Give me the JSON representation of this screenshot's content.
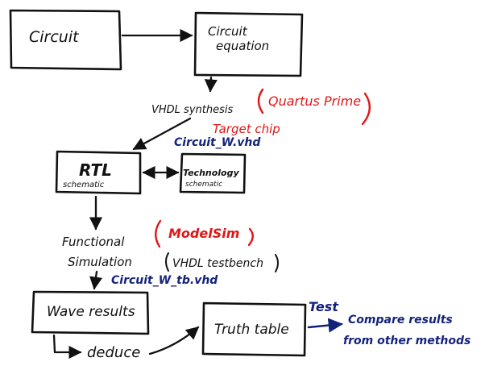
{
  "nodes": {
    "circuit": "Circuit",
    "circuit_equation_line1": "Circuit",
    "circuit_equation_line2": "equation",
    "rtl_line1": "RTL",
    "rtl_line2": "schematic",
    "technology_line1": "Technology",
    "technology_line2": "schematic",
    "wave_results": "Wave results",
    "truth_table": "Truth table"
  },
  "labels": {
    "vhdl_synthesis": "VHDL synthesis",
    "quartus_prime": "Quartus Prime",
    "target_chip": "Target chip",
    "circuit_w_vhd": "Circuit_W.vhd",
    "functional": "Functional",
    "simulation": "Simulation",
    "vhdl_testbench": "VHDL testbench",
    "modelsim": "ModelSim",
    "circuit_w_tb_vhd": "Circuit_W_tb.vhd",
    "deduce": "deduce",
    "test": "Test",
    "compare_line1": "Compare results",
    "compare_line2": "from other methods"
  },
  "colors": {
    "ink": "#111111",
    "blue_ink": "#14237a",
    "red_ink": "#e01616"
  }
}
